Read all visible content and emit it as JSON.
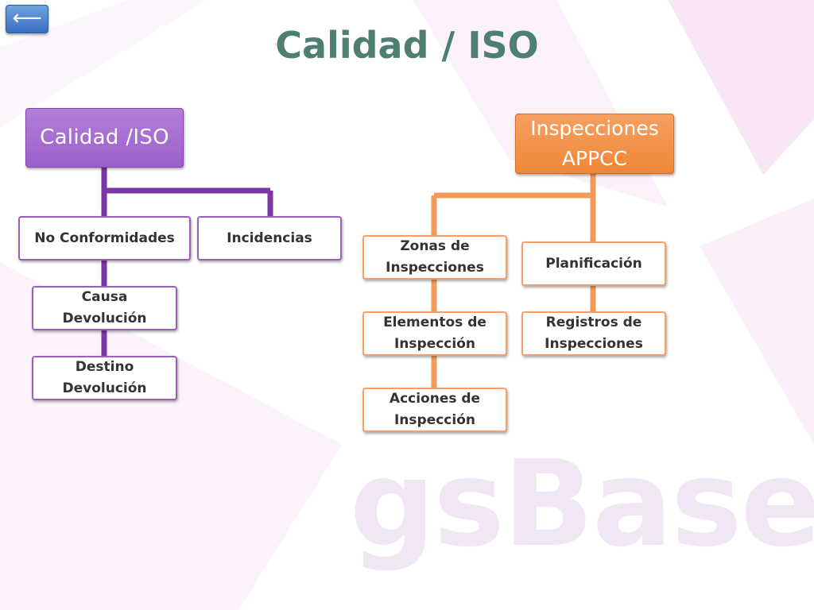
{
  "nav": {
    "back_glyph": "⟵"
  },
  "title": "Calidad / ISO",
  "watermark": "gsBase",
  "colors": {
    "title": "#4e7f72",
    "purple": "#9d5fbd",
    "purple_dark": "#7b35a5",
    "orange": "#f4a066",
    "orange_line": "#f39a59"
  },
  "calidad_tree": {
    "root": "Calidad /ISO",
    "no_conformidades": "No Conformidades",
    "incidencias": "Incidencias",
    "causa": [
      "Causa",
      "Devolución"
    ],
    "destino": [
      "Destino",
      "Devolución"
    ]
  },
  "appcc_tree": {
    "root": [
      "Inspecciones",
      "APPCC"
    ],
    "zonas": [
      "Zonas de",
      "Inspecciones"
    ],
    "planificacion": "Planificación",
    "elementos": [
      "Elementos de",
      "Inspección"
    ],
    "registros": [
      "Registros de",
      "Inspecciones"
    ],
    "acciones": [
      "Acciones de",
      "Inspección"
    ]
  }
}
